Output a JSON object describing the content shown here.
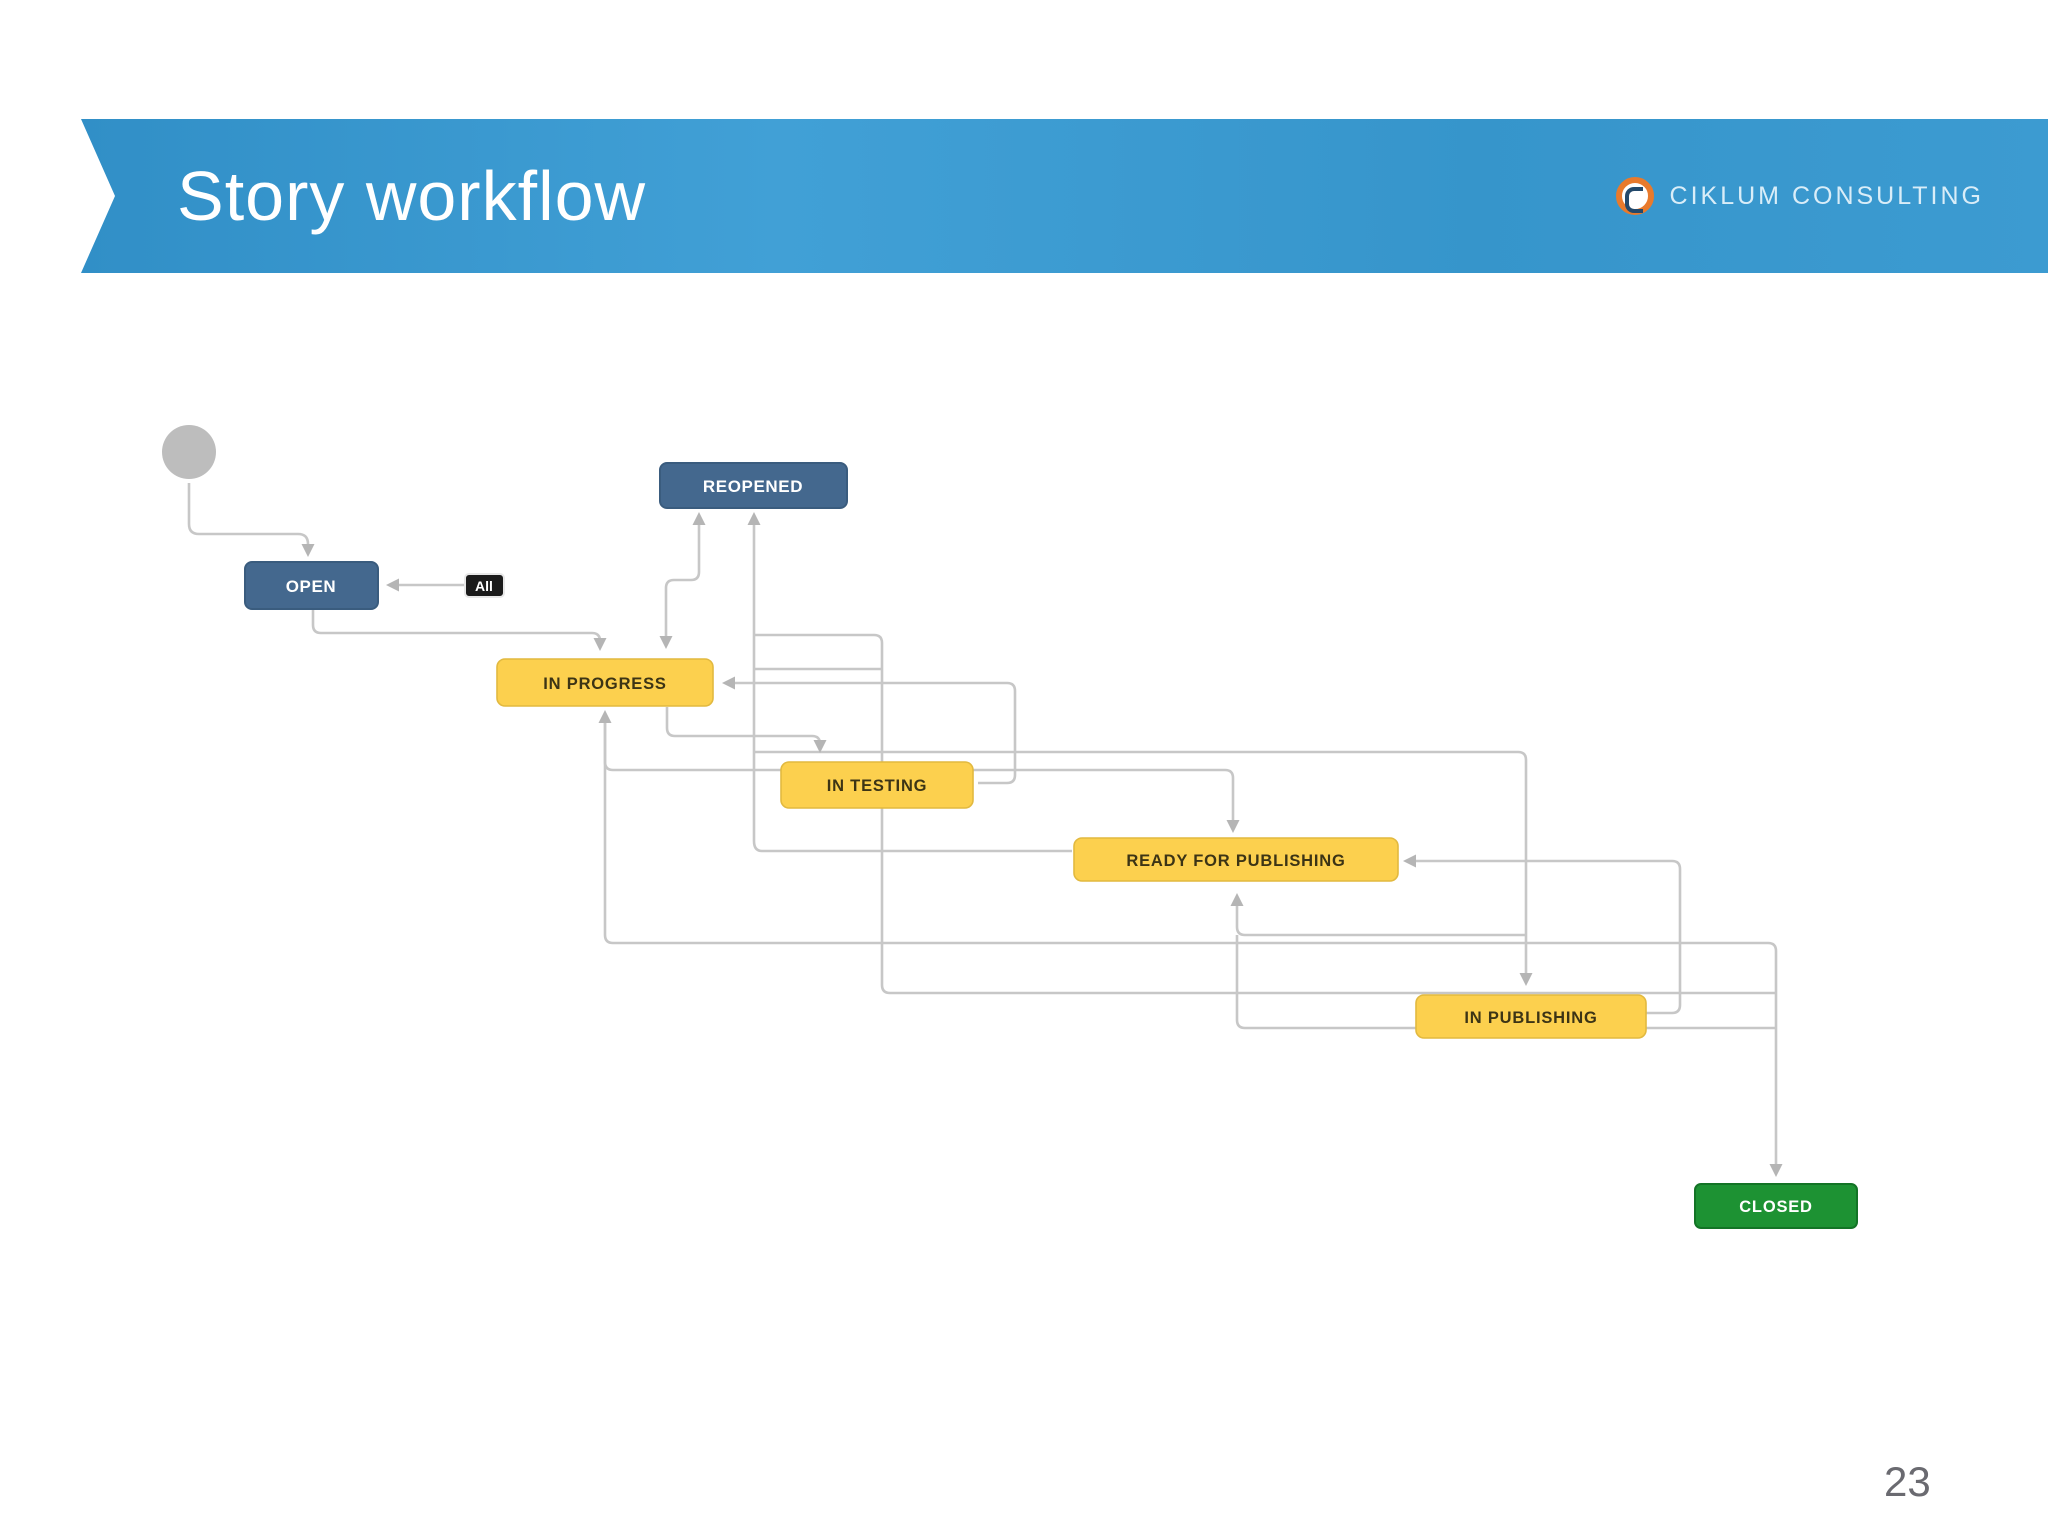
{
  "slide": {
    "title": "Story workflow",
    "page_number": "23"
  },
  "brand": {
    "name": "CIKLUM CONSULTING",
    "logo_icon": "ciklum-c-logo"
  },
  "diagram": {
    "nodes": [
      {
        "id": "start",
        "label": "",
        "kind": "start-circle"
      },
      {
        "id": "open",
        "label": "OPEN",
        "kind": "status-blue"
      },
      {
        "id": "reopened",
        "label": "REOPENED",
        "kind": "status-blue"
      },
      {
        "id": "all",
        "label": "All",
        "kind": "transition-badge"
      },
      {
        "id": "in-progress",
        "label": "IN PROGRESS",
        "kind": "status-yellow"
      },
      {
        "id": "in-testing",
        "label": "IN TESTING",
        "kind": "status-yellow"
      },
      {
        "id": "ready-for-publishing",
        "label": "READY FOR PUBLISHING",
        "kind": "status-yellow"
      },
      {
        "id": "in-publishing",
        "label": "IN PUBLISHING",
        "kind": "status-yellow"
      },
      {
        "id": "closed",
        "label": "CLOSED",
        "kind": "status-green"
      }
    ],
    "edges": [
      {
        "from": "start",
        "to": "open"
      },
      {
        "from": "all",
        "to": "open"
      },
      {
        "from": "open",
        "to": "in-progress"
      },
      {
        "from": "in-progress",
        "to": "reopened"
      },
      {
        "from": "reopened",
        "to": "in-progress"
      },
      {
        "from": "ready-for-publishing",
        "to": "reopened"
      },
      {
        "from": "reopened",
        "to": "closed"
      },
      {
        "from": "reopened",
        "to": "in-publishing"
      },
      {
        "from": "in-progress",
        "to": "in-testing"
      },
      {
        "from": "in-testing",
        "to": "in-progress"
      },
      {
        "from": "ready-for-publishing",
        "to": "in-progress"
      },
      {
        "from": "in-progress",
        "to": "ready-for-publishing"
      },
      {
        "from": "in-progress",
        "to": "closed"
      },
      {
        "from": "ready-for-publishing",
        "to": "in-publishing"
      },
      {
        "from": "in-publishing",
        "to": "ready-for-publishing"
      },
      {
        "from": "ready-for-publishing",
        "to": "closed"
      }
    ],
    "colors": {
      "status_blue": "#44688e",
      "status_yellow": "#fcd04e",
      "status_green": "#1d9233",
      "badge_black": "#1b1b1b",
      "edge_gray": "#c7c7c7",
      "arrow_gray": "#b5b5b5",
      "banner_blue": "#3695cb"
    }
  }
}
